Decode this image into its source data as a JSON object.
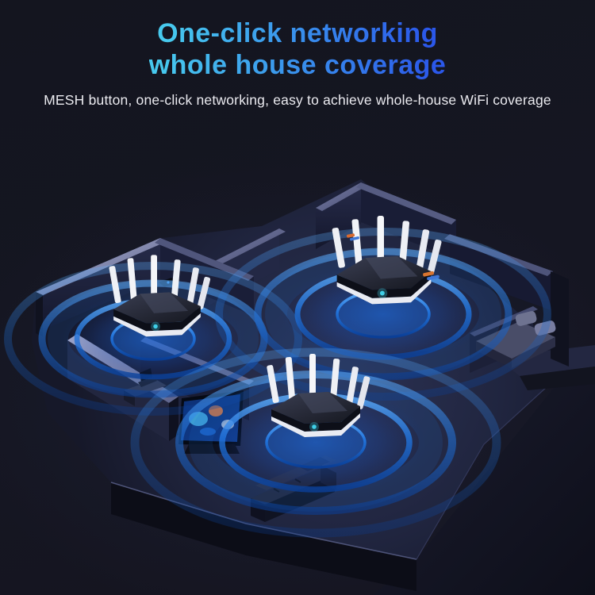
{
  "header": {
    "title_line1": "One-click networking",
    "title_line2": "whole house coverage",
    "subtitle": "MESH button, one-click networking, easy to achieve whole-house WiFi coverage"
  },
  "colors": {
    "accent_cyan": "#47c9ee",
    "accent_blue": "#2b58ea",
    "ring_blue": "#1f6fd6",
    "background": "#14151f",
    "subtitle_text": "#ebebf0",
    "router_led": "#3fd0e8",
    "antenna_white": "#eef0f5"
  },
  "illustration": {
    "router_count": 3,
    "signal_ring_sets": 3
  }
}
